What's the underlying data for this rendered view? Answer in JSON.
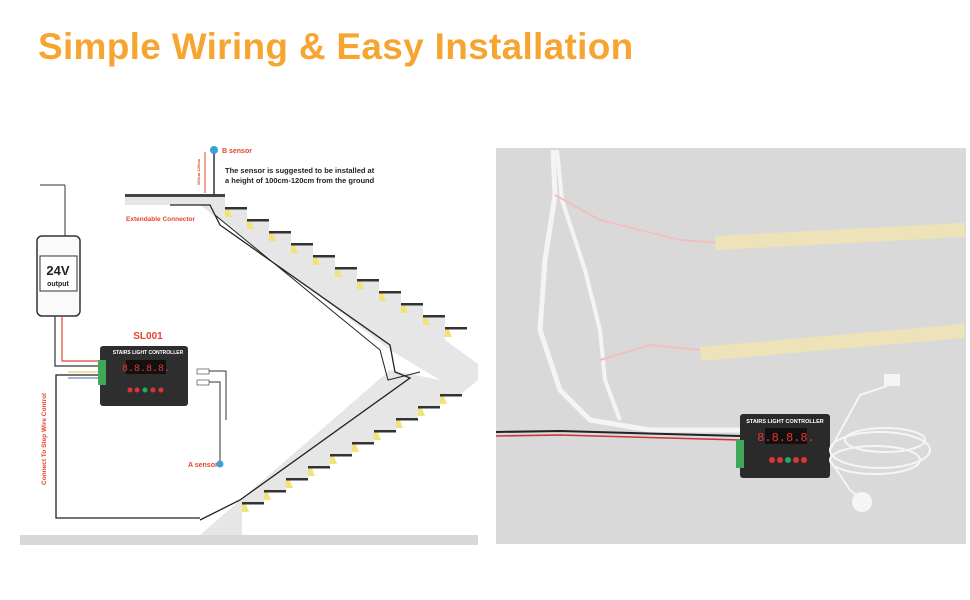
{
  "title": "Simple Wiring & Easy Installation",
  "diagram": {
    "b_sensor": "B sensor",
    "a_sensor": "A sensor",
    "height_mark": "100cm-120cm",
    "note_line1": "The sensor is suggested to be installed at",
    "note_line2": "a height of 100cm-120cm from the ground",
    "extendable_connector": "Extendable Connector",
    "power_voltage": "24V",
    "power_output": "output",
    "model": "SL001",
    "controller_label": "STAIRS LIGHT CONTROLLER",
    "display": "8.8.8.8.",
    "step_wire": "Connect To Step Wire Control"
  },
  "photo": {
    "controller_label": "STAIRS LIGHT CONTROLLER",
    "display": "8.8.8.8."
  },
  "colors": {
    "accent": "#f7a531",
    "label_red": "#e2452d",
    "sensor_blue": "#3aa0dc",
    "photo_bg": "#d9d9d9"
  }
}
